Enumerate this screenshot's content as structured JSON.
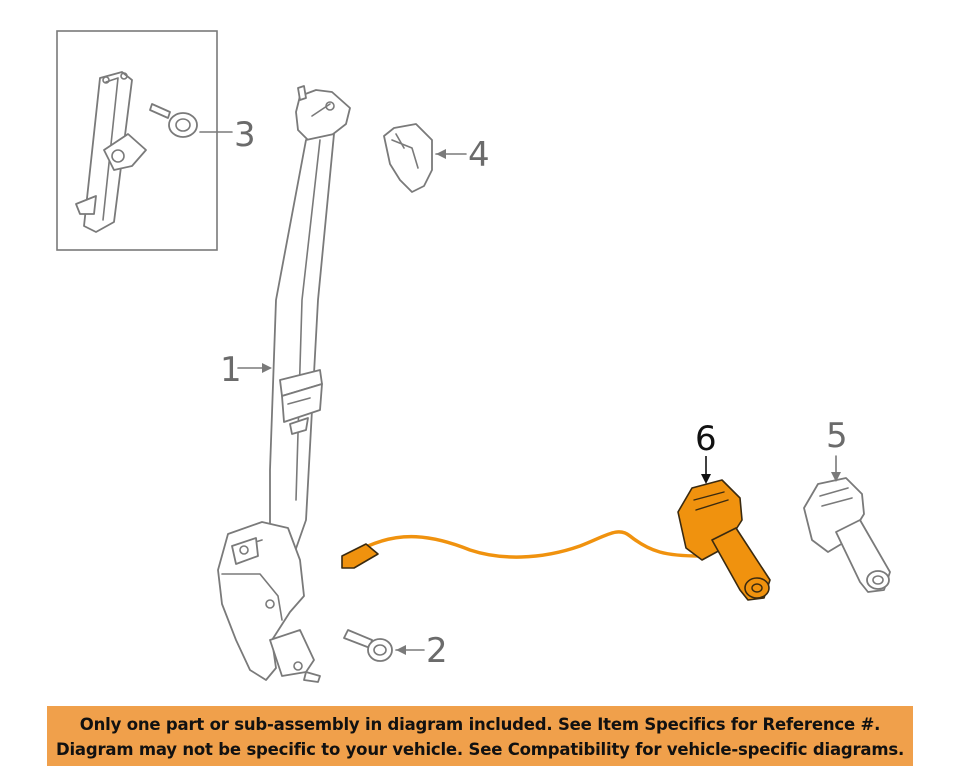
{
  "callouts": {
    "c1": "1",
    "c2": "2",
    "c3": "3",
    "c4": "4",
    "c5": "5",
    "c6": "6"
  },
  "parts": {
    "highlighted": "6",
    "highlight_color": "#f0920e"
  },
  "banner": {
    "line1": "Only one part or sub-assembly in diagram included. See Item Specifics for Reference #.",
    "line2": "Diagram may not be specific to your vehicle. See Compatibility for vehicle-specific diagrams.",
    "background": "#f0a04b"
  }
}
